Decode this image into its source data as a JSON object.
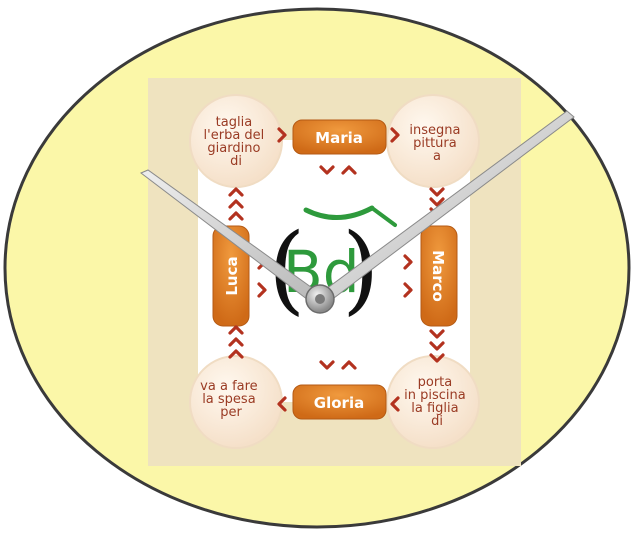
{
  "roles": {
    "top": "Maria",
    "right": "Marco",
    "bottom": "Gloria",
    "left": "Luca"
  },
  "tasks": {
    "top_left": [
      "taglia",
      "l'erba del",
      "giardino",
      "di"
    ],
    "top_right": [
      "insegna",
      "pittura",
      "a"
    ],
    "bottom_right": [
      "porta",
      "in piscina",
      "la figlia",
      "di"
    ],
    "bottom_left": [
      "va a fare",
      "la spesa",
      "per"
    ]
  },
  "logo": {
    "left_paren": "(",
    "letters": "Bd",
    "right_paren": ")"
  },
  "colors": {
    "clock_face": "#fbf7a8",
    "clock_rim": "#3a3a3a",
    "board": "#efe3bf",
    "task_circle": "#fbeedd",
    "pill": "#d9771f",
    "arrow": "#b3321f",
    "logo_green": "#2e9a3c",
    "hand": "#d2d2d2"
  }
}
